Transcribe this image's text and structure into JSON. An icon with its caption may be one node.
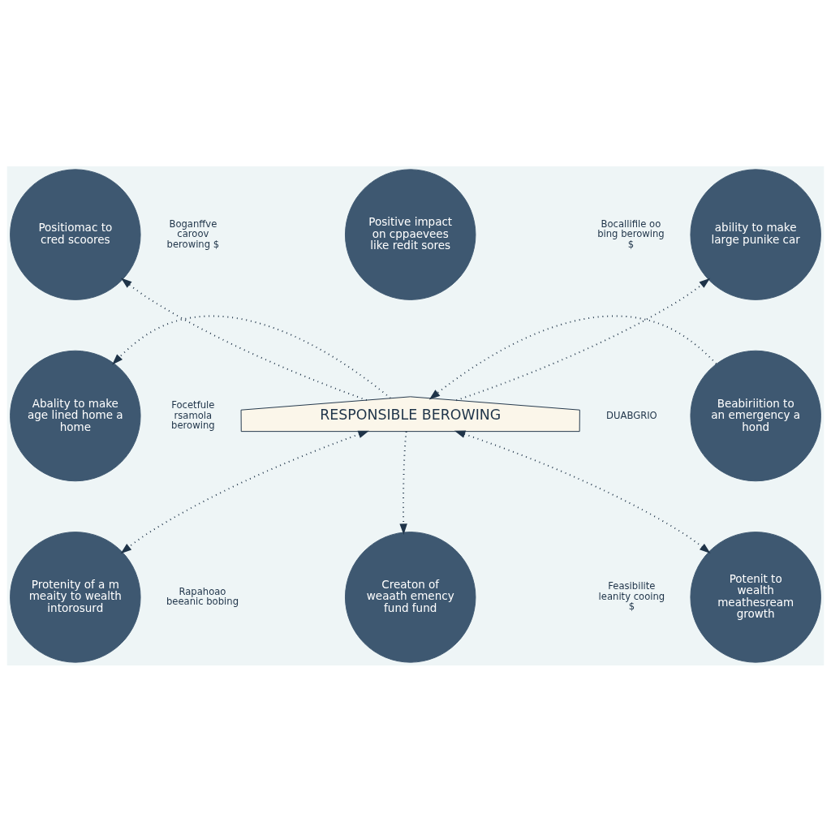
{
  "diagram": {
    "nodes": [
      {
        "text": [
          "RESPONSIBLE BEROWING"
        ]
      },
      {
        "text": [
          "Positive impact on cppaevees like redit sores"
        ]
      },
      {
        "text": [
          "Positiomac to cred scoores"
        ]
      },
      {
        "text": [
          "ability to make large punike car"
        ]
      },
      {
        "text": [
          "Abality to make age lined home a home"
        ]
      },
      {
        "text": [
          "Beabiriition to an emergency a hond"
        ]
      },
      {
        "text": [
          "Protenity of a m meaity to wealth intorosurd"
        ]
      },
      {
        "text": [
          "Creaton of weaath emency fund fund"
        ]
      },
      {
        "text": [
          "Potenit to wealth meathesream growth"
        ]
      }
    ],
    "edges": [
      {
        "from": 0,
        "to": 2,
        "arrow": "to"
      },
      {
        "from": 0,
        "to": 3,
        "arrow": "to"
      },
      {
        "from": 0,
        "to": 4,
        "arrow": "to"
      },
      {
        "from": 5,
        "to": 0,
        "arrow": "to"
      },
      {
        "from": 0,
        "to": 6,
        "arrow": "both"
      },
      {
        "from": 0,
        "to": 7,
        "arrow": "to"
      },
      {
        "from": 0,
        "to": 8,
        "arrow": "both"
      }
    ],
    "labels": [
      "Boganffve caroov berowing $",
      "Bocallifile oo bing berowing $",
      "Focetfule rsamola berowing",
      "DUABGRIO",
      "Rapahoao beeanic bobing",
      "Feasibilite leanity cooing $"
    ]
  }
}
